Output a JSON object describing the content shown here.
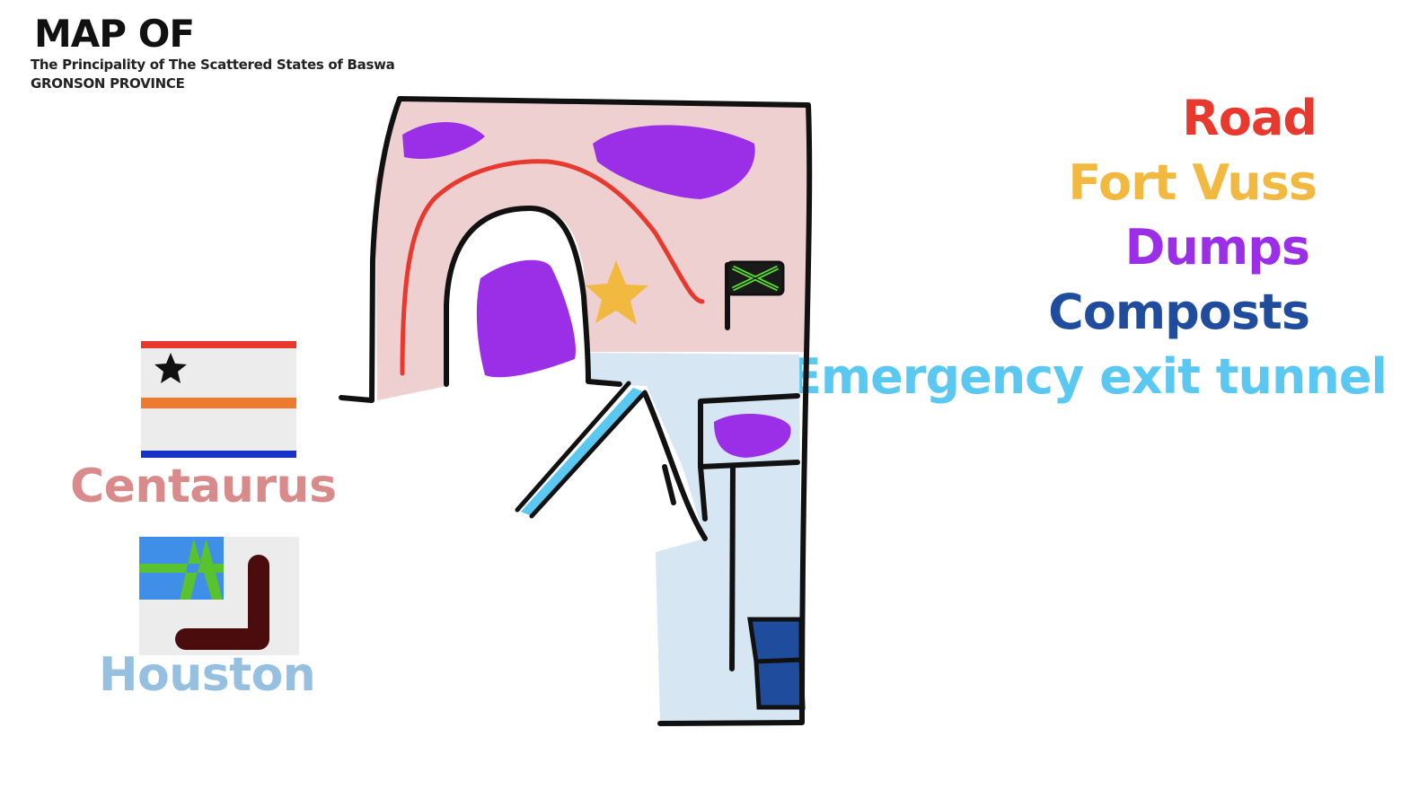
{
  "header": {
    "heading": "MAP OF",
    "subtitle_line1": "The Principality of The Scattered States of Baswa",
    "subtitle_line2": "GRONSON PROVINCE"
  },
  "legend": {
    "items": [
      {
        "key": "road",
        "label": "Road",
        "color": "#e8392f"
      },
      {
        "key": "fort",
        "label": "Fort Vuss",
        "color": "#f2b941"
      },
      {
        "key": "dumps",
        "label": "Dumps",
        "color": "#9b2fe8"
      },
      {
        "key": "composts",
        "label": "Composts",
        "color": "#1f4c9c"
      },
      {
        "key": "tunnel",
        "label": "Emergency exit tunnel",
        "color": "#5bc8f2"
      }
    ]
  },
  "cities": [
    {
      "key": "centaurus",
      "label": "Centaurus",
      "color": "#d98a8a",
      "region_fill": "#efd0d0"
    },
    {
      "key": "houston",
      "label": "Houston",
      "color": "#95c0e0",
      "region_fill": "#d6e6f3"
    }
  ],
  "flags": {
    "centaurus": {
      "stripe_top": "#e8392f",
      "stripe_mid": "#ee7a30",
      "stripe_bottom": "#1533c8",
      "field": "#ececec",
      "emblem": "star-icon"
    },
    "houston": {
      "canton_blue": "#3f8ee8",
      "cross_green": "#59c22f",
      "hook_color": "#4a0c0c",
      "field": "#ececec",
      "emblem": "hook-icon"
    },
    "map_marker": {
      "field": "#1a1a1a",
      "saltire": "#59e02f",
      "emblem": "saltire-flag-icon"
    }
  },
  "colors": {
    "outline": "#111111",
    "background": "#ffffff"
  }
}
